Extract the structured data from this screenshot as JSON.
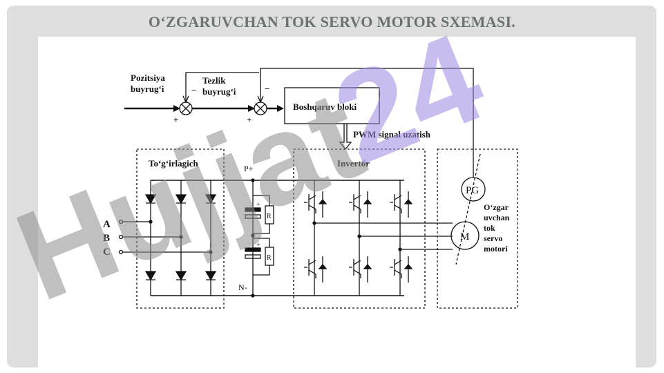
{
  "slide": {
    "title": "O‘ZGARUVCHAN TOK SERVO MOTOR SXEMASI."
  },
  "diagram": {
    "labels": {
      "position_command": [
        "Pozitsiya",
        "buyrug‘i"
      ],
      "speed_command": [
        "Tezlik",
        "buyrug‘i"
      ],
      "control_block": "Boshqaruv bloki",
      "pwm": "PWM signal uzatish",
      "rectifier": "To‘g‘irlagich",
      "inverter": "Invertor",
      "motor_name": [
        "O‘zgar",
        "uvchan",
        "tok",
        "servo",
        "motori"
      ],
      "phase_a": "A",
      "phase_b": "B",
      "phase_c": "C",
      "p_plus": "P+",
      "n_minus": "N-",
      "encoder": "PG",
      "motor": "M",
      "resistor": "R",
      "plus_sign": "+",
      "minus_sign": "−"
    }
  },
  "watermark": {
    "text_left": "Hujjat",
    "text_right": "24",
    "color_left": "#8c8c8c",
    "color_right": "#9a86e0"
  },
  "colors": {
    "frame": "#dedede",
    "title": "#6a7371",
    "line": "#111111"
  }
}
